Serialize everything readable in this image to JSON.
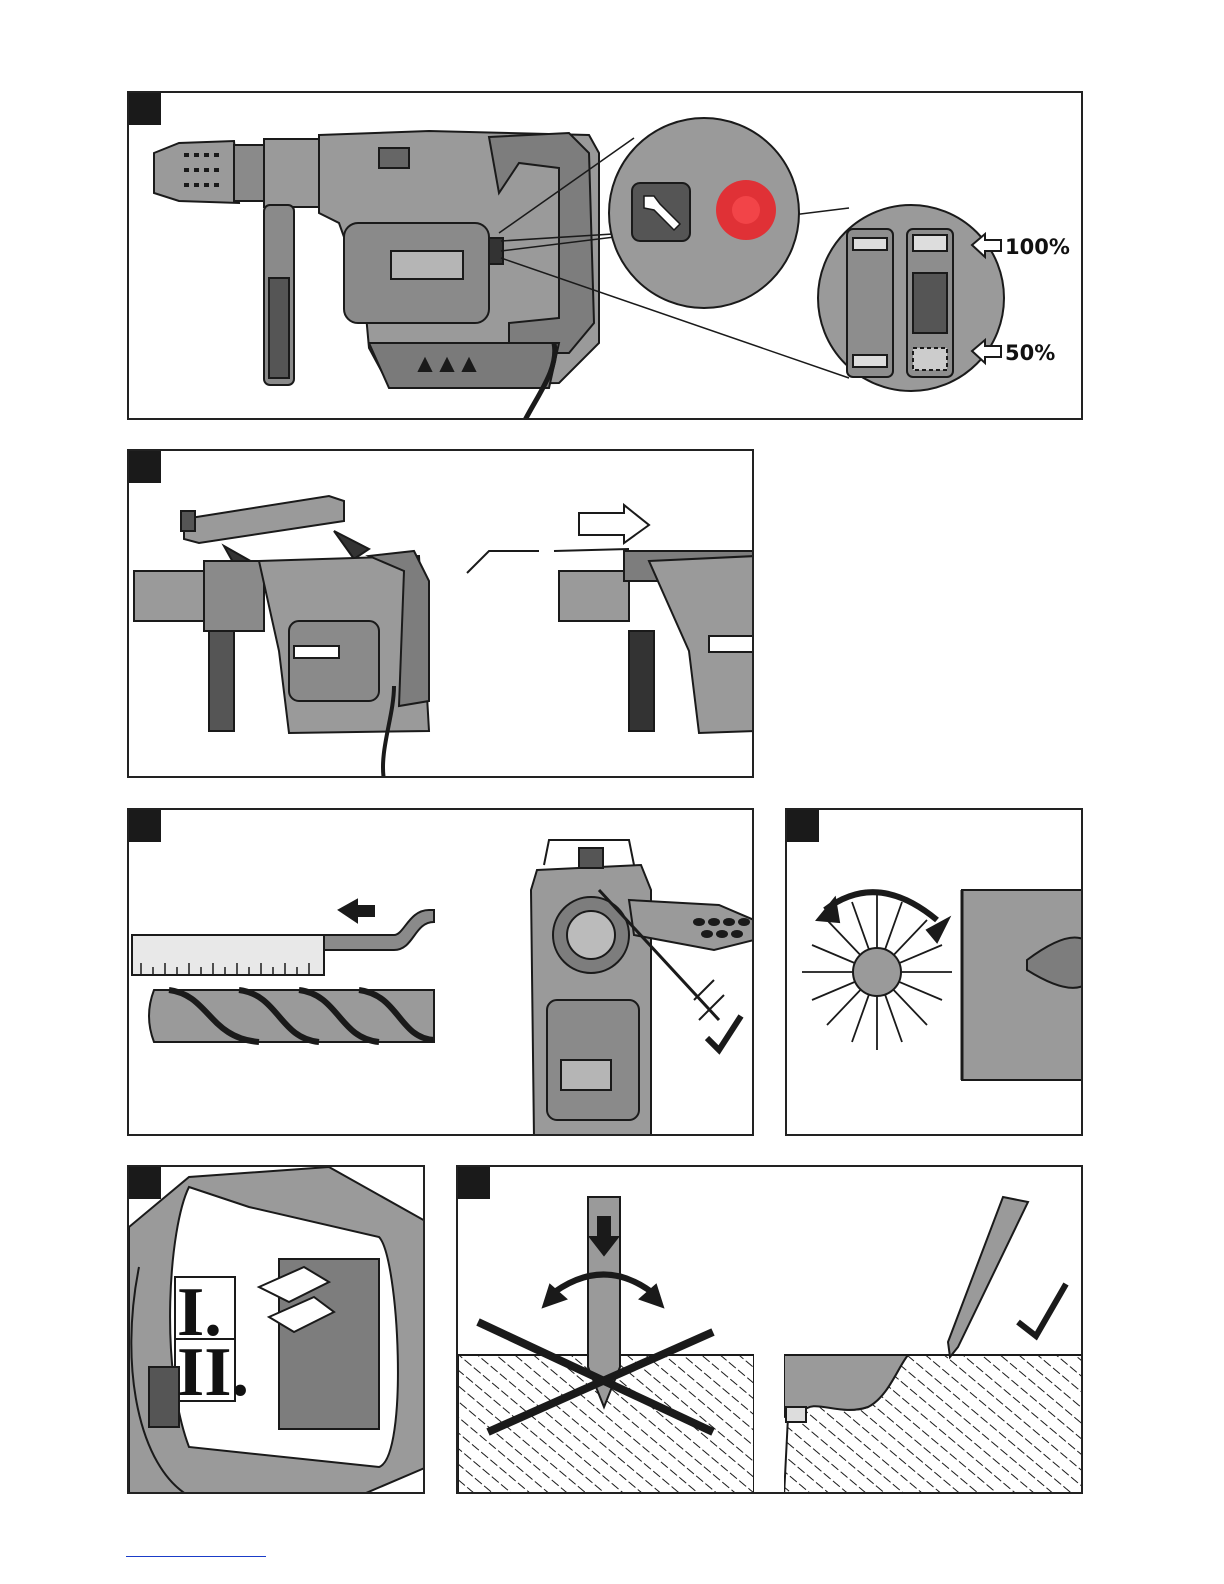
{
  "figure1": {
    "label_100": "100%",
    "label_50": "50%",
    "icons": [
      "wrench-icon",
      "red-indicator-light"
    ],
    "indicator_color": "#e8262b"
  },
  "figure5": {
    "label_I": "I.",
    "label_II": "II."
  },
  "colors": {
    "tool_body": "#9a9a9a",
    "tool_dark": "#6d6d6d",
    "outline": "#1a1a1a"
  }
}
